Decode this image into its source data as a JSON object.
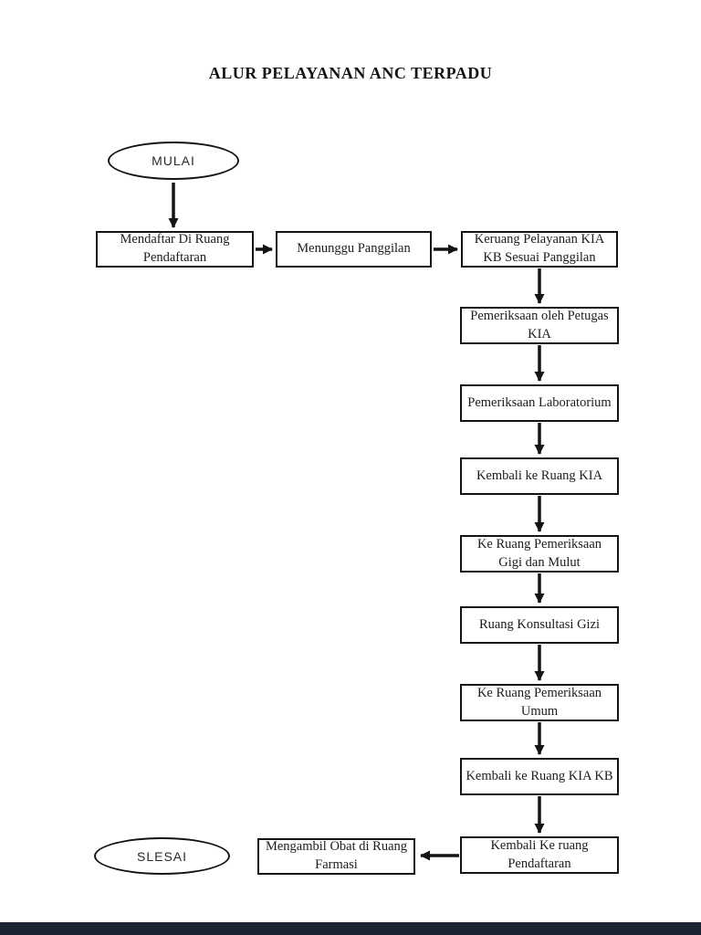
{
  "document": {
    "title": "ALUR PELAYANAN ANC TERPADU"
  },
  "flowchart": {
    "start_label": "MULAI",
    "end_label": "SLESAI",
    "steps": [
      {
        "label": "Mendaftar Di Ruang\nPendaftaran"
      },
      {
        "label": "Menunggu Panggilan"
      },
      {
        "label": "Keruang Pelayanan KIA\nKB Sesuai Panggilan"
      },
      {
        "label": "Pemeriksaan oleh Petugas\nKIA"
      },
      {
        "label": "Pemeriksaan Laboratorium"
      },
      {
        "label": "Kembali ke Ruang KIA"
      },
      {
        "label": "Ke Ruang Pemeriksaan\nGigi dan Mulut"
      },
      {
        "label": "Ruang Konsultasi Gizi"
      },
      {
        "label": "Ke Ruang Pemeriksaan\nUmum"
      },
      {
        "label": "Kembali ke Ruang KIA KB"
      },
      {
        "label": "Kembali Ke ruang\nPendaftaran"
      },
      {
        "label": "Mengambil Obat di Ruang\nFarmasi"
      }
    ]
  },
  "colors": {
    "ink": "#141414",
    "paper": "#ffffff",
    "footer_bar": "#1b2433"
  }
}
